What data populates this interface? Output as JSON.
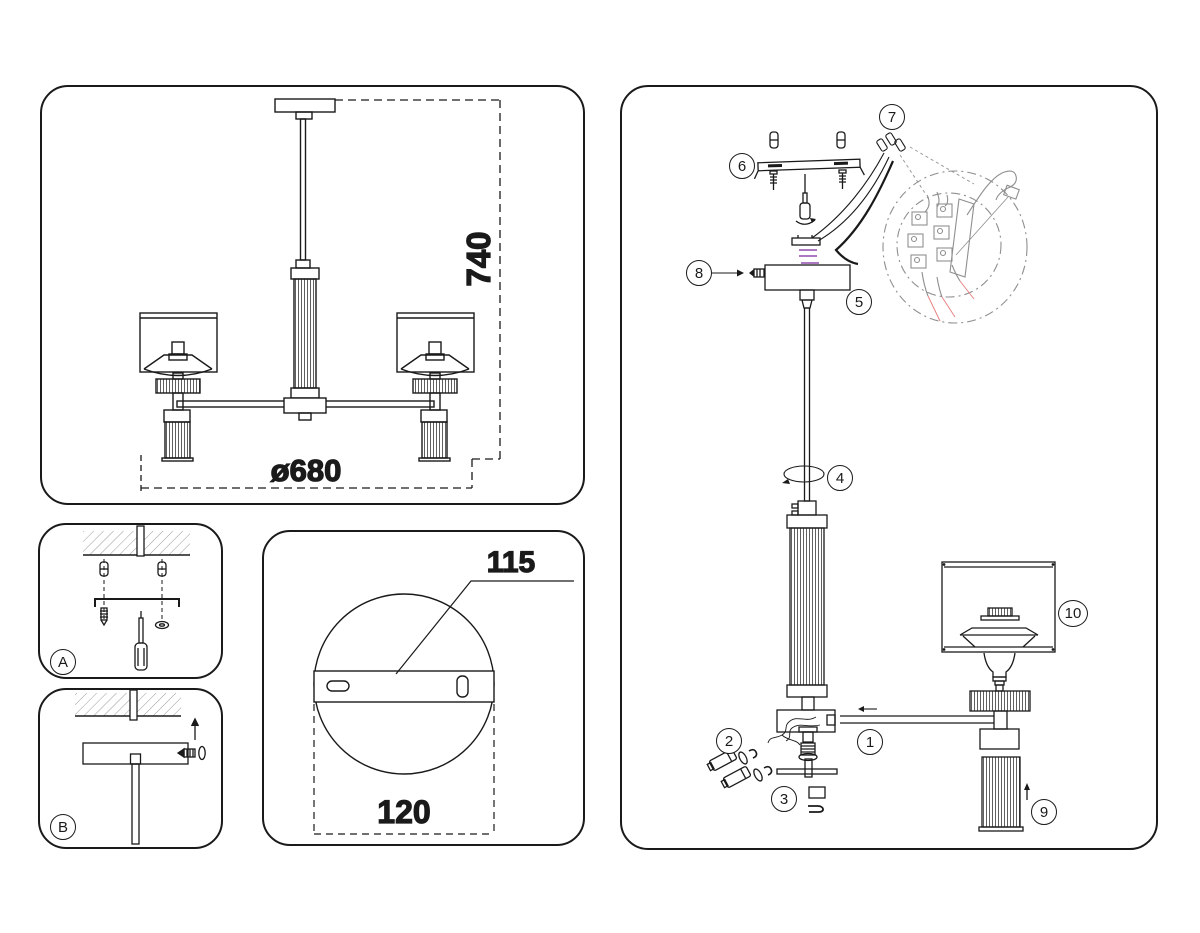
{
  "colors": {
    "line": "#1a1a1a",
    "detail_gray": "#8f8f8f",
    "leader_red": "#e88383",
    "wire_purple": "#a064b8",
    "background": "#ffffff"
  },
  "front_view": {
    "height_label": "740",
    "diameter_label": "ø680"
  },
  "plate_detail": {
    "hole_spacing_label": "115",
    "plate_diameter_label": "120"
  },
  "install_steps": {
    "a_label": "A",
    "b_label": "B"
  },
  "assembly": {
    "steps": [
      {
        "num": "1"
      },
      {
        "num": "2"
      },
      {
        "num": "3"
      },
      {
        "num": "4"
      },
      {
        "num": "5"
      },
      {
        "num": "6"
      },
      {
        "num": "7"
      },
      {
        "num": "8"
      },
      {
        "num": "9"
      },
      {
        "num": "10"
      }
    ]
  }
}
